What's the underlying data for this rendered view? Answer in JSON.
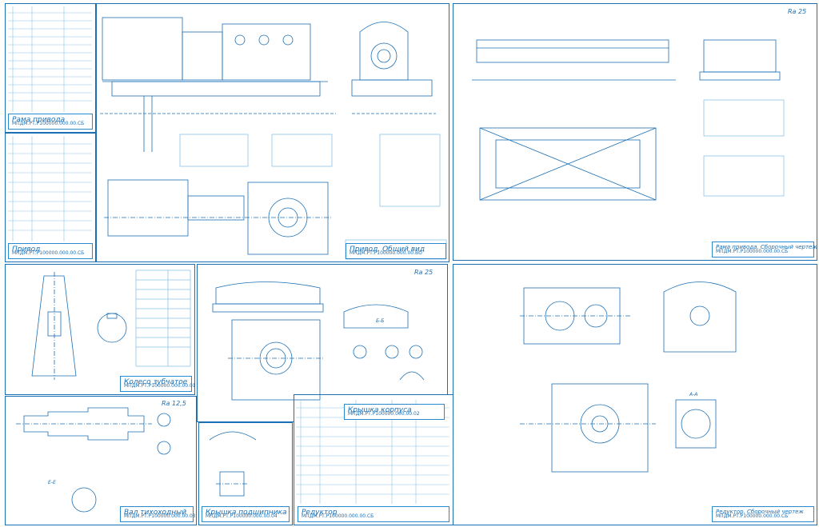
{
  "sheets": [
    {
      "id": "drive-frame-spec",
      "title": "Рама привода",
      "code": "МПДМ.РТ.Р100000.000.00.СБ"
    },
    {
      "id": "drive-spec",
      "title": "Привод",
      "code": "МПДМ.РТ.Р100000.000.00.СБ"
    },
    {
      "id": "drive-assembly",
      "title": "Привод. Общий вид",
      "code": "МПДМ.РТ.Р100000.000.00.ВО"
    },
    {
      "id": "frame-assembly",
      "title": "Рама привода. Сборочный чертеж",
      "code": "МПДМ.РТ.Р100000.000.00.СБ"
    },
    {
      "id": "gear-wheel",
      "title": "Колесо зубчатое",
      "code": "МПДМ.РТ.Р100000.000.00.01"
    },
    {
      "id": "housing-cover",
      "title": "Крышка корпуса",
      "code": "МПДМ.РТ.Р100000.000.00.02"
    },
    {
      "id": "reducer-assembly",
      "title": "Редуктор. Сборочный чертеж",
      "code": "МПДМ.РТ.Р100000.000.00.СБ"
    },
    {
      "id": "shaft",
      "title": "Вал тихоходный",
      "code": "МПДМ.РТ.Р100000.000.00.03"
    },
    {
      "id": "bearing-cap",
      "title": "Крышка подшипника",
      "code": "МПДМ.РТ.Р100000.000.00.04"
    },
    {
      "id": "reducer-spec",
      "title": "Редуктор",
      "code": "МПДМ.РТ.Р100000.000.00.СБ"
    }
  ],
  "tags": {
    "roughness": "Ra 25",
    "roughness2": "Ra 12,5",
    "section_aa": "А-А",
    "section_bb": "Б-Б",
    "section_ee": "Е-Е"
  },
  "colors": {
    "line": "#1b6fb4",
    "frame": "#2a8ad0",
    "light": "#8cc4ea",
    "paper": "#ffffff"
  }
}
